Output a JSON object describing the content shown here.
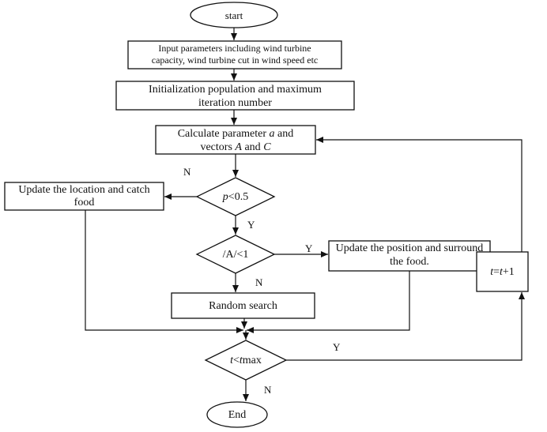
{
  "nodes": {
    "start": {
      "text": "start"
    },
    "input": {
      "line1": "Input parameters including wind turbine",
      "line2": "capacity, wind turbine cut in wind speed etc"
    },
    "init": {
      "line1": "Initialization population and maximum",
      "line2": "iteration number"
    },
    "calc": {
      "line1_a": "Calculate parameter ",
      "line1_var": "a",
      "line1_b": " and",
      "line2_a": "vectors ",
      "line2_A": "A",
      "line2_and": " and ",
      "line2_C": "C"
    },
    "decision_p": {
      "var": "p",
      "rest": "<0.5"
    },
    "catch": {
      "line1": "Update the location and catch",
      "line2": "food"
    },
    "decision_A": {
      "text": "/A/<1"
    },
    "surround": {
      "line1": "Update the position and surround",
      "line2": "the food."
    },
    "random": {
      "text": "Random search"
    },
    "decision_t": {
      "var1": "t",
      "op": "<",
      "var2": "t",
      "rest": "max"
    },
    "increment": {
      "v1": "t",
      "op": "=",
      "v2": "t",
      "rest": "+1"
    },
    "end": {
      "text": "End"
    }
  },
  "edge_labels": {
    "p_no": "N",
    "p_yes": "Y",
    "A_yes": "Y",
    "A_no": "N",
    "t_yes": "Y",
    "t_no": "N"
  }
}
